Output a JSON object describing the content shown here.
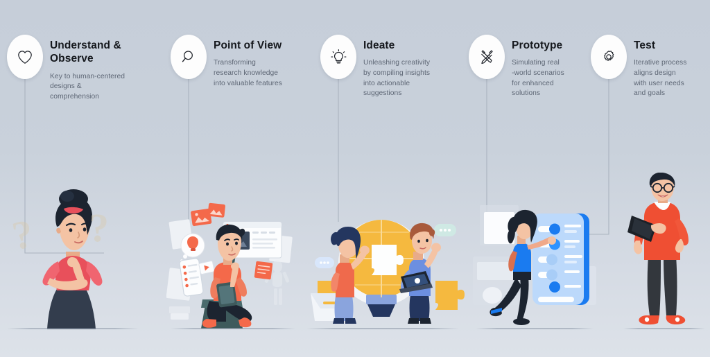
{
  "page": {
    "title": "Design Thinking Process Infographic",
    "background_top": "#c6ced9",
    "background_bottom": "#dde2e9",
    "connector_color": "#aab3bf",
    "heading_color": "#15181d",
    "body_color": "#5e6775"
  },
  "steps": [
    {
      "id": "understand-observe",
      "icon": "heart-icon",
      "title": "Understand &\nObserve",
      "description": "Key to human-centered\ndesigns &\ncomprehension"
    },
    {
      "id": "point-of-view",
      "icon": "magnifier-icon",
      "title": "Point of View",
      "description": "Transforming\nresearch knowledge\ninto valuable features"
    },
    {
      "id": "ideate",
      "icon": "lightbulb-icon",
      "title": "Ideate",
      "description": "Unleashing creativity\nby compiling insights\ninto actionable\nsuggestions"
    },
    {
      "id": "prototype",
      "icon": "pencil-ruler-icon",
      "title": "Prototype",
      "description": "Simulating real\n-world scenarios\nfor enhanced\nsolutions"
    },
    {
      "id": "test",
      "icon": "gear-icon",
      "title": "Test",
      "description": "Iterative process\naligns design\nwith user needs\nand goals"
    }
  ],
  "illustrations": [
    {
      "id": "thinking-woman",
      "alt_marks": [
        "?",
        "?"
      ],
      "palette": {
        "shirt": "#e8505b",
        "hair": "#1c2430",
        "skirt": "#333d4d",
        "skin": "#f4c3a4"
      }
    },
    {
      "id": "seated-man-with-ui-elements",
      "palette": {
        "shirt": "#f4694a",
        "pants": "#1c2430",
        "accent": "#ee7a5f",
        "paper": "#f2f4f7"
      }
    },
    {
      "id": "two-people-lightbulb-puzzle",
      "palette": {
        "bulb": "#f5b93f",
        "woman_shirt": "#ef6a4c",
        "man_shirt": "#6c8fe0",
        "jeans": "#8aa4dd",
        "dark": "#24365f"
      }
    },
    {
      "id": "woman-with-mobile-prototype",
      "palette": {
        "screen": "#bcd9fb",
        "accent": "#1a7bf0",
        "shirt": "#1a7bf0",
        "pants": "#1c2430"
      }
    },
    {
      "id": "man-with-tablet",
      "palette": {
        "shirt": "#ef4f33",
        "pants": "#33373d",
        "shoes": "#ef4f33",
        "tablet": "#1c2128"
      }
    }
  ]
}
